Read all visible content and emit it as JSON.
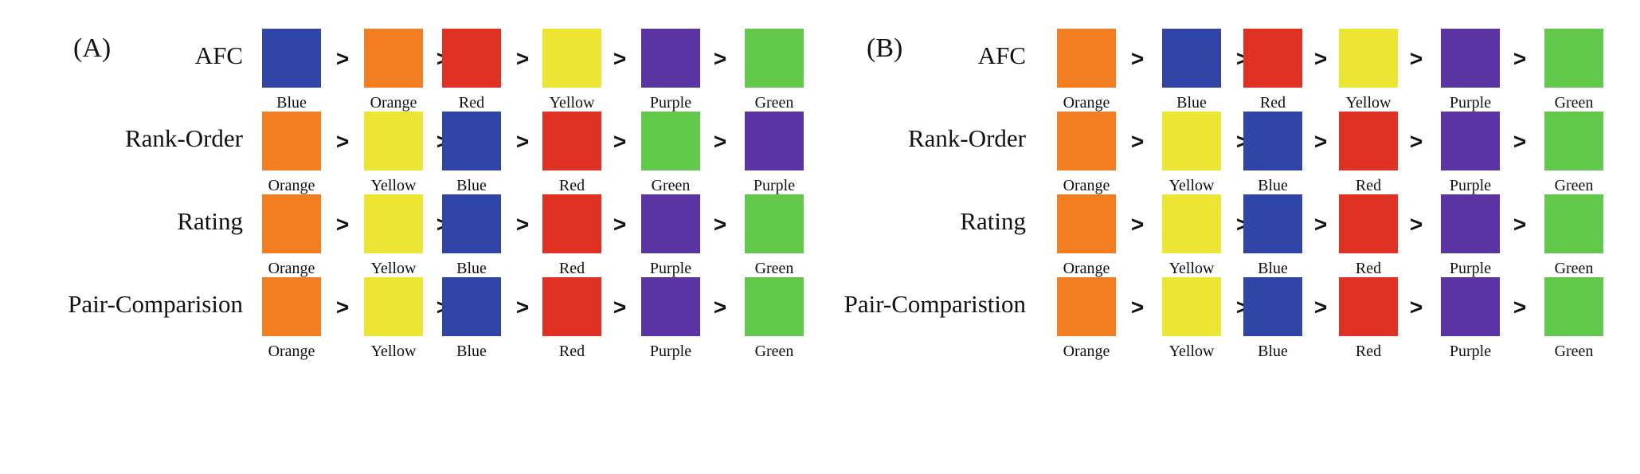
{
  "colors": {
    "Blue": "#3145a6",
    "Orange": "#f37e22",
    "Red": "#e03125",
    "Yellow": "#ece534",
    "Purple": "#5b34a3",
    "Green": "#62c94c"
  },
  "separator": ">",
  "panels": [
    {
      "label": "(A)",
      "rows": [
        {
          "method": "AFC",
          "order": [
            "Blue",
            "Orange",
            "Red",
            "Yellow",
            "Purple",
            "Green"
          ]
        },
        {
          "method": "Rank-Order",
          "order": [
            "Orange",
            "Yellow",
            "Blue",
            "Red",
            "Green",
            "Purple"
          ]
        },
        {
          "method": "Rating",
          "order": [
            "Orange",
            "Yellow",
            "Blue",
            "Red",
            "Purple",
            "Green"
          ]
        },
        {
          "method": "Pair-Comparision",
          "order": [
            "Orange",
            "Yellow",
            "Blue",
            "Red",
            "Purple",
            "Green"
          ]
        }
      ]
    },
    {
      "label": "(B)",
      "rows": [
        {
          "method": "AFC",
          "order": [
            "Orange",
            "Blue",
            "Red",
            "Yellow",
            "Purple",
            "Green"
          ]
        },
        {
          "method": "Rank-Order",
          "order": [
            "Orange",
            "Yellow",
            "Blue",
            "Red",
            "Purple",
            "Green"
          ]
        },
        {
          "method": "Rating",
          "order": [
            "Orange",
            "Yellow",
            "Blue",
            "Red",
            "Purple",
            "Green"
          ]
        },
        {
          "method": "Pair-Comparistion",
          "order": [
            "Orange",
            "Yellow",
            "Blue",
            "Red",
            "Purple",
            "Green"
          ]
        }
      ]
    }
  ]
}
